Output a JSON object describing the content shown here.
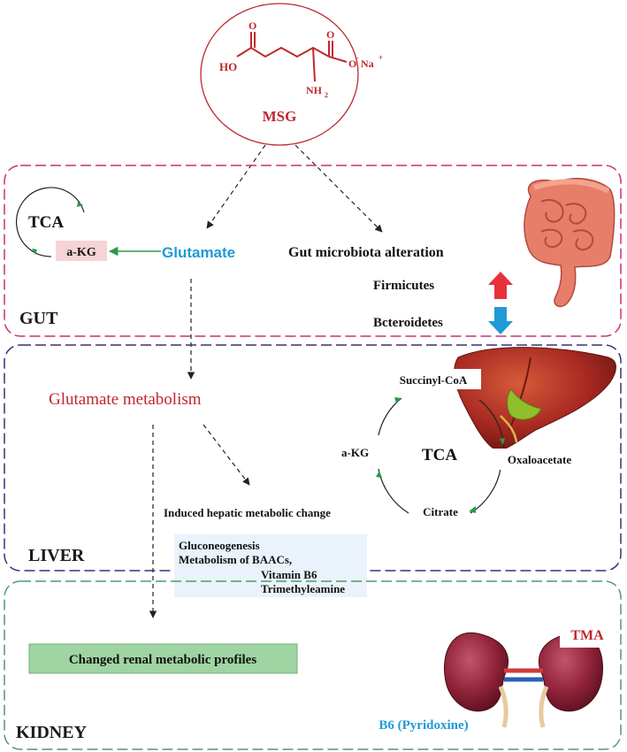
{
  "msg": {
    "label": "MSG",
    "structure": {
      "ho": "HO",
      "o_left": "O",
      "o_right": "O",
      "o_minus": "O",
      "na_plus": "Na",
      "plus_sign": "+",
      "minus_sign": "-",
      "nh2": "NH",
      "nh2_sub": "2"
    }
  },
  "gut": {
    "label": "GUT",
    "tca": "TCA",
    "akg": "a-KG",
    "glutamate": "Glutamate",
    "microbiota": "Gut microbiota alteration",
    "firmicutes": "Firmicutes",
    "bacteroidetes": "Bcteroidetes",
    "organ_icon": "intestine-icon"
  },
  "liver": {
    "label": "LIVER",
    "glutamate_metabolism": "Glutamate metabolism",
    "induced_change": "Induced hepatic metabolic change",
    "effects": [
      "Gluconeogenesis",
      "Metabolism of BAACs,",
      "Vitamin B6",
      "Trimethyleamine"
    ],
    "tca": "TCA",
    "succinyl": "Succinyl-CoA",
    "akg": "a-KG",
    "oxaloacetate": "Oxaloacetate",
    "citrate": "Citrate",
    "organ_icon": "liver-icon"
  },
  "kidney": {
    "label": "KIDNEY",
    "changed_profiles": "Changed renal metabolic profiles",
    "tma": "TMA",
    "b6": "B6 (Pyridoxine)",
    "organ_icon": "kidneys-icon"
  },
  "colors": {
    "red": "#c0272d",
    "blue": "#1f9ad6",
    "gut_border": "#cc2f7a",
    "liver_border": "#3a2f7a",
    "kidney_border": "#4f9a6a",
    "green_arrow": "#2a9a4a",
    "green_box": "#9fd4a3",
    "pink_box": "#f6d3d6",
    "light_blue_box": "#eaf3fb"
  }
}
